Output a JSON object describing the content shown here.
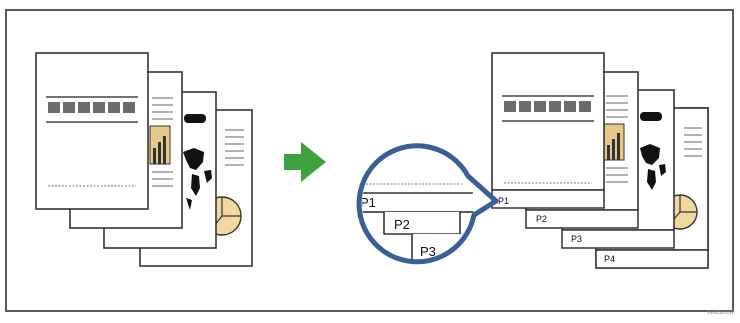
{
  "colors": {
    "border": "#5a5a5a",
    "arrow": "#3da23d",
    "magnifier_ring": "#3a5f97",
    "chart_bar": "#e5c88a",
    "pie_fill": "#f1d8a0",
    "page_fill": "#ffffff",
    "line": "#5a5a5a",
    "heading_block": "#6b6b6b"
  },
  "icons": {
    "arrow": "right-arrow-icon",
    "bar_chart": "bar-chart-icon",
    "pie_chart": "pie-chart-icon",
    "world_map": "world-map-icon"
  },
  "magnifier": {
    "labels": [
      "P1",
      "P2",
      "P3"
    ]
  },
  "result_stack": {
    "tab_labels": [
      "P1",
      "P2",
      "P3",
      "P4"
    ]
  },
  "image_code": "BKM5031W"
}
